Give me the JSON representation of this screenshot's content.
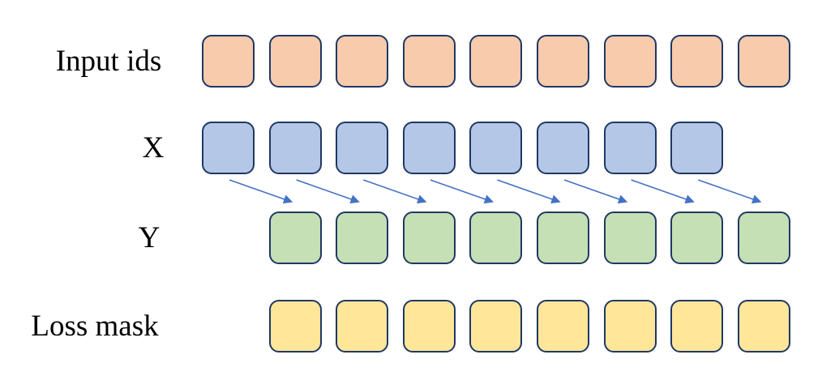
{
  "diagram": {
    "rows": [
      {
        "id": "input_ids",
        "label": "Input ids",
        "token_count": 9,
        "start_col": 0,
        "fill": "#F8CBAD"
      },
      {
        "id": "x",
        "label": "X",
        "token_count": 8,
        "start_col": 0,
        "fill": "#B4C7E7"
      },
      {
        "id": "y",
        "label": "Y",
        "token_count": 8,
        "start_col": 1,
        "fill": "#C5E0B4"
      },
      {
        "id": "loss_mask",
        "label": "Loss mask",
        "token_count": 8,
        "start_col": 1,
        "fill": "#FFE699"
      }
    ],
    "arrows": {
      "from_row": "x",
      "to_row": "y",
      "count": 8,
      "offset_cols": 1,
      "color": "#4472C4"
    },
    "colors": {
      "token_border": "#1F3864",
      "background": "#FFFFFF",
      "label_text": "#000000"
    }
  }
}
